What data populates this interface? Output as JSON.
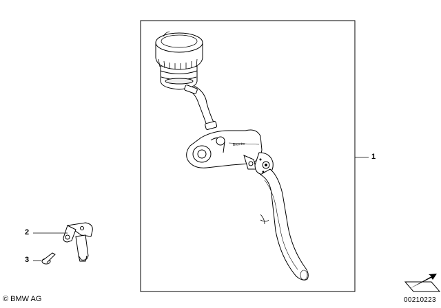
{
  "callouts": [
    {
      "number": "1"
    },
    {
      "number": "2"
    },
    {
      "number": "3"
    }
  ],
  "copyright": "© BMW AG",
  "image_id": "00210223",
  "parts": {
    "reservoir_logo": "Brembo"
  },
  "colors": {
    "line": "#000000",
    "background": "#ffffff"
  },
  "icons": [
    "direction-arrow-icon"
  ]
}
